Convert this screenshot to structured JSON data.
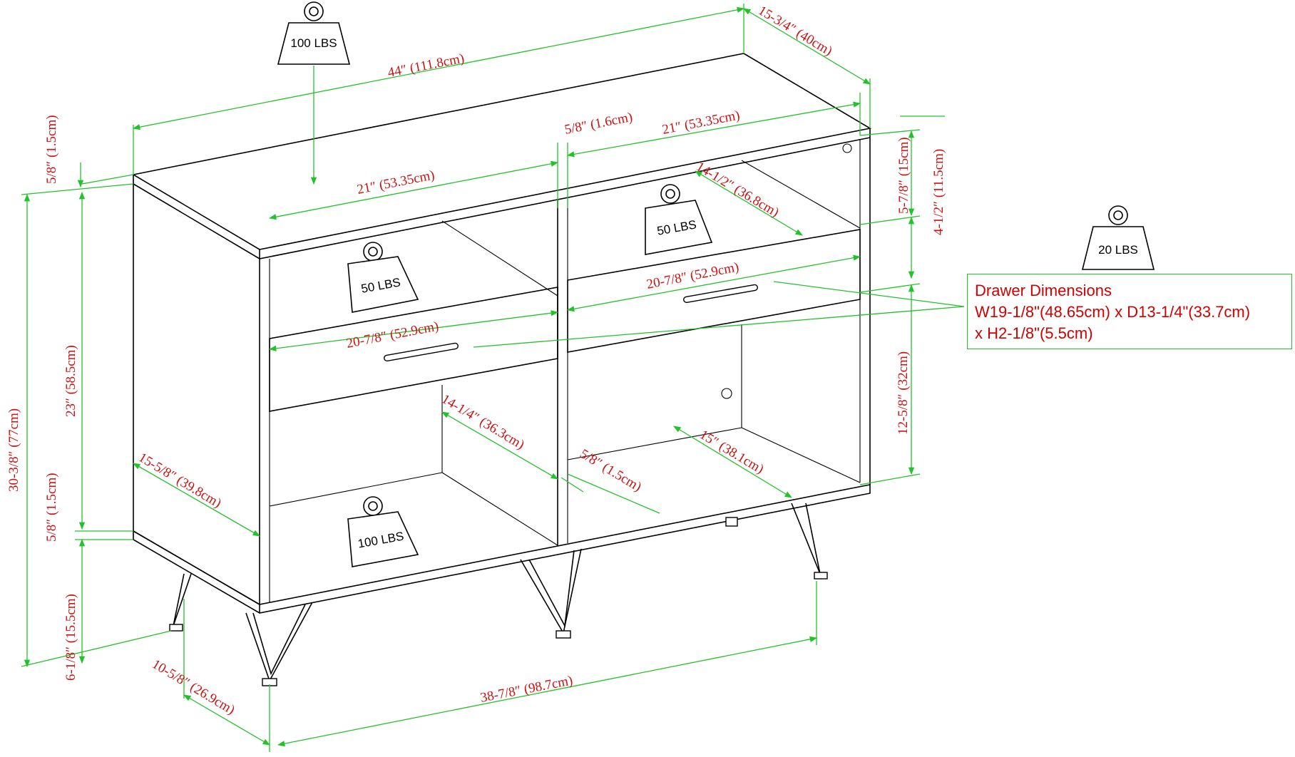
{
  "weights": {
    "top": "100 LBS",
    "shelf_left": "50 LBS",
    "shelf_right": "50 LBS",
    "drawer": "20 LBS",
    "bottom": "100 LBS"
  },
  "dimensions": {
    "overall_width": "44″ (111.8cm)",
    "overall_depth": "15-3/4″ (40cm)",
    "top_thickness": "5/8″ (1.5cm)",
    "overall_height": "30-3/8″ (77cm)",
    "body_height": "23″ (58.5cm)",
    "bottom_thickness": "5/8″ (1.5cm)",
    "leg_height": "6-1/8″ (15.5cm)",
    "leg_depth": "10-5/8″ (26.9cm)",
    "leg_span": "38-7/8″ (98.7cm)",
    "side_depth": "15-5/8″ (39.8cm)",
    "left_width": "21″ (53.35cm)",
    "divider": "5/8″ (1.6cm)",
    "right_width": "21″ (53.35cm)",
    "right_shelf_depth": "14-1/2″ (36.8cm)",
    "left_drawer_width": "20-7/8″ (52.9cm)",
    "right_drawer_width": "20-7/8″ (52.9cm)",
    "upper_opening": "5-7/8″ (15cm)",
    "right_opening": "4-1/2″ (11.5cm)",
    "lower_opening": "12-5/8″ (32cm)",
    "lower_left_depth": "14-1/4″ (36.3cm)",
    "lower_divider": "5/8″ (1.5cm)",
    "lower_right_depth": "15″ (38.1cm)"
  },
  "callout": {
    "line1": "Drawer Dimensions",
    "line2": "W19-1/8\"(48.65cm) x D13-1/4\"(33.7cm)",
    "line3": "x H2-1/8\"(5.5cm)"
  },
  "colors": {
    "dimension_line": "#22c22a",
    "dimension_text": "#cc1111",
    "callout_text": "#d40000",
    "outline": "#000000"
  }
}
